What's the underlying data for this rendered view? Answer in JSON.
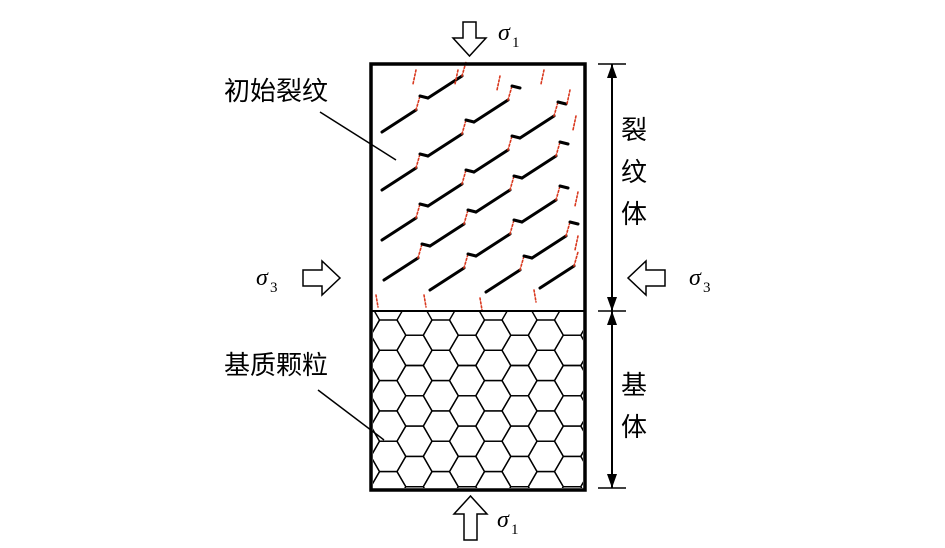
{
  "labels": {
    "initial_crack": "初始裂纹",
    "matrix_particle": "基质颗粒",
    "cracked_body": [
      "裂",
      "纹",
      "体"
    ],
    "matrix_body": [
      "基",
      "体"
    ]
  },
  "stress": {
    "sigma1_symbol": "σ",
    "sigma1_sub": "1",
    "sigma3_symbol": "σ",
    "sigma3_sub": "3"
  },
  "colors": {
    "crack": "#000000",
    "crack_tip": "#d9381e",
    "outline": "#000000"
  }
}
